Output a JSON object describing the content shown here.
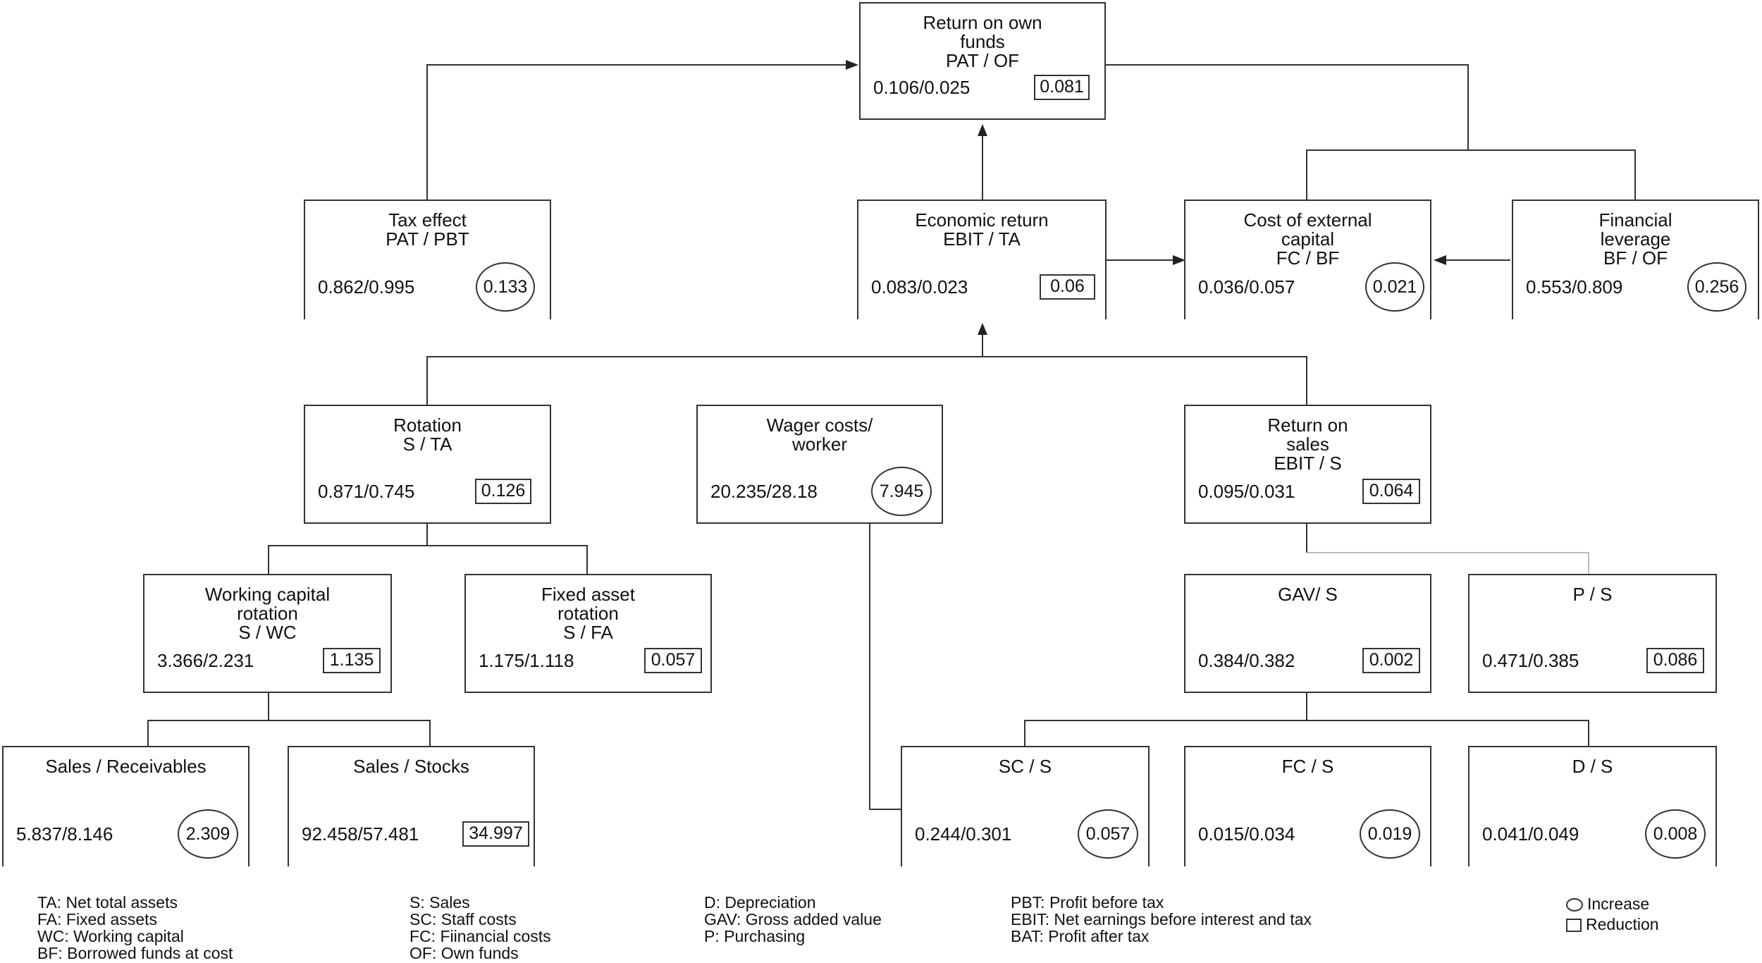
{
  "boxes": {
    "roe": {
      "title": "Return on own\nfunds\nPAT / OF",
      "ratio": "0.106/0.025",
      "delta": "0.081",
      "mark": "square"
    },
    "tax": {
      "title": "Tax effect\nPAT / PBT",
      "ratio": "0.862/0.995",
      "delta": "0.133",
      "mark": "circle"
    },
    "econ": {
      "title": "Economic return\nEBIT / TA",
      "ratio": "0.083/0.023",
      "delta": "0.06",
      "mark": "square"
    },
    "cost": {
      "title": "Cost of external\ncapital\nFC / BF",
      "ratio": "0.036/0.057",
      "delta": "0.021",
      "mark": "circle"
    },
    "lev": {
      "title": "Financial\nleverage\nBF / OF",
      "ratio": "0.553/0.809",
      "delta": "0.256",
      "mark": "circle"
    },
    "rot": {
      "title": "Rotation\nS / TA",
      "ratio": "0.871/0.745",
      "delta": "0.126",
      "mark": "square"
    },
    "wage": {
      "title": "Wager costs/\nworker",
      "ratio": "20.235/28.18",
      "delta": "7.945",
      "mark": "circle"
    },
    "ros": {
      "title": "Return on\nsales\nEBIT / S",
      "ratio": "0.095/0.031",
      "delta": "0.064",
      "mark": "square"
    },
    "wcr": {
      "title": "Working capital\nrotation\nS / WC",
      "ratio": "3.366/2.231",
      "delta": "1.135",
      "mark": "square"
    },
    "far": {
      "title": "Fixed asset\nrotation\nS / FA",
      "ratio": "1.175/1.118",
      "delta": "0.057",
      "mark": "square"
    },
    "gav": {
      "title": "GAV/ S",
      "ratio": "0.384/0.382",
      "delta": "0.002",
      "mark": "square"
    },
    "ps": {
      "title": "P / S",
      "ratio": "0.471/0.385",
      "delta": "0.086",
      "mark": "square"
    },
    "srec": {
      "title": "Sales / Receivables",
      "ratio": "5.837/8.146",
      "delta": "2.309",
      "mark": "circle"
    },
    "sstk": {
      "title": "Sales / Stocks",
      "ratio": "92.458/57.481",
      "delta": "34.997",
      "mark": "square"
    },
    "scs": {
      "title": "SC / S",
      "ratio": "0.244/0.301",
      "delta": "0.057",
      "mark": "circle"
    },
    "fcs": {
      "title": "FC / S",
      "ratio": "0.015/0.034",
      "delta": "0.019",
      "mark": "circle"
    },
    "ds": {
      "title": "D / S",
      "ratio": "0.041/0.049",
      "delta": "0.008",
      "mark": "circle"
    }
  },
  "legend": {
    "col1": [
      "TA: Net total assets",
      "FA: Fixed assets",
      "WC: Working capital",
      "BF: Borrowed funds at cost"
    ],
    "col2": [
      "S: Sales",
      "SC: Staff costs",
      "FC: Fiinancial costs",
      "OF: Own funds"
    ],
    "col3": [
      "D: Depreciation",
      "GAV: Gross added value",
      "P: Purchasing"
    ],
    "col4": [
      "PBT: Profit before tax",
      "EBIT: Net earnings before interest and tax",
      "BAT: Profit after tax"
    ],
    "increase": "Increase",
    "reduction": "Reduction"
  }
}
